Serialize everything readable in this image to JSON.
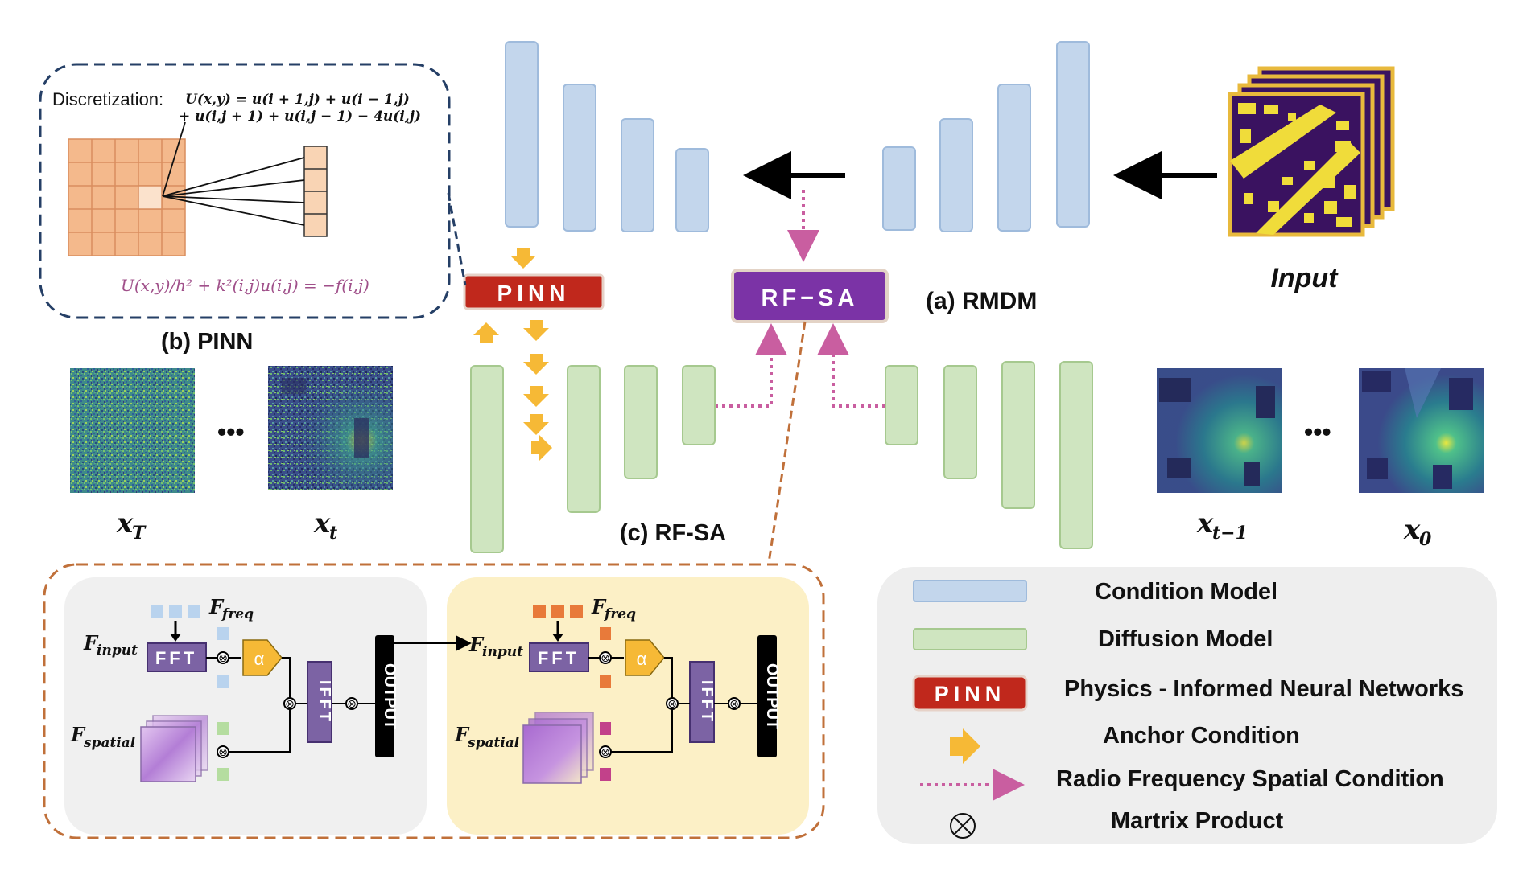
{
  "rmdm": {
    "title": "(a) RMDM",
    "input_label": "Input",
    "pinn_block": "PINN",
    "rfsa_block": "RF−SA"
  },
  "pinn_panel": {
    "caption": "(b) PINN",
    "discretization_label": "Discretization:",
    "eq_line1": "U(x,y) = u(i + 1,j) + u(i − 1,j)",
    "eq_line2": "+ u(i,j + 1) + u(i,j − 1) − 4u(i,j)",
    "eq_bottom": "U(x,y)/h² + k²(i,j)u(i,j) = −f(i,j)"
  },
  "samples": {
    "x_T": "x_T",
    "ellipsis_left": "•••",
    "x_t": "x_t",
    "x_tm1": "x_{t−1}",
    "ellipsis_right": "•••",
    "x_0": "x_0"
  },
  "rfsa_panel": {
    "caption": "(c) RF-SA",
    "f_freq": "F_freq",
    "f_input": "F_input",
    "f_spatial": "F_spatial",
    "fft": "FFT",
    "ifft": "IFFT",
    "alpha": "α",
    "output": "OUTPUT",
    "product_symbol": "⊗"
  },
  "legend": {
    "condition_model": "Condition Model",
    "diffusion_model": "Diffusion Model",
    "pinn_swatch": "PINN",
    "pinn": "Physics - Informed Neural Networks",
    "anchor": "Anchor Condition",
    "rf_spatial": "Radio Frequency Spatial Condition",
    "matrix_product": "Martrix Product"
  },
  "colors": {
    "condition_blue": "#c3d6ec",
    "diffusion_green": "#cfe5c0",
    "pinn_red": "#c0281c",
    "rfsa_purple": "#7b33a6",
    "anchor_yellow": "#f6b936",
    "rf_pink": "#c95ea0",
    "panel_grey": "#f0f0f0",
    "panel_yellow": "#fcf0c6",
    "fft_purple": "#7c63a4",
    "dashed_blue": "#253f66",
    "dashed_orange": "#c0703a"
  }
}
